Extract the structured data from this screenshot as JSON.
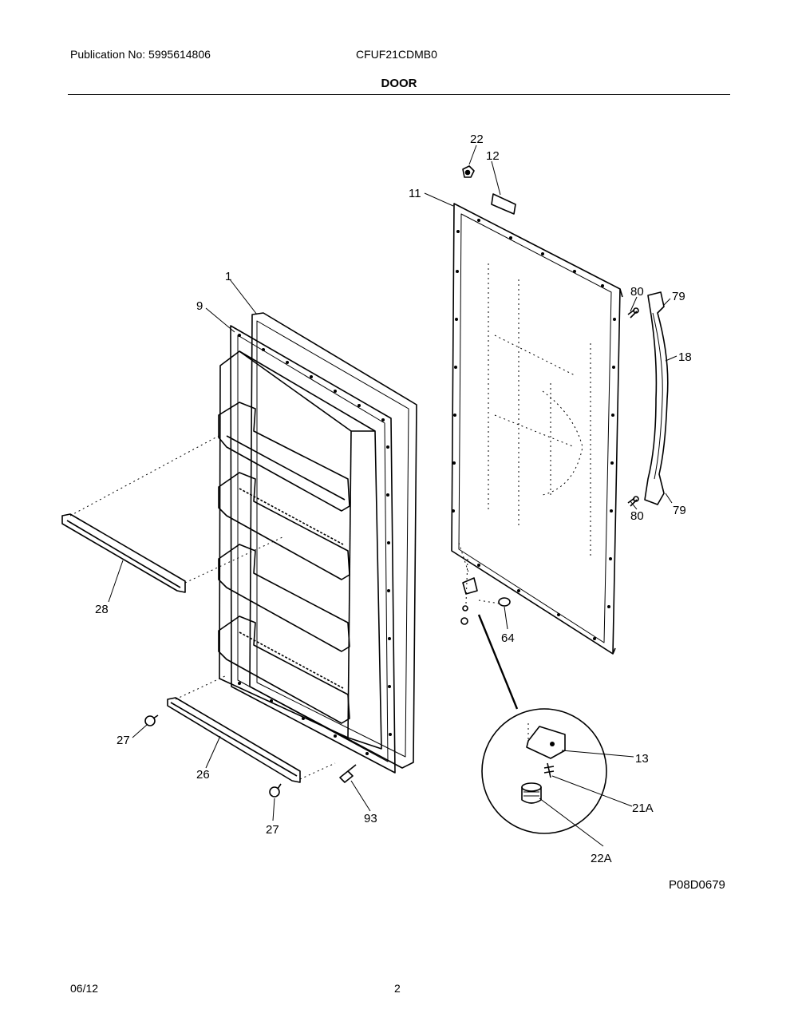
{
  "header": {
    "publication": "Publication No: 5995614806",
    "model": "CFUF21CDMB0",
    "section_title": "DOOR"
  },
  "callouts": {
    "c1": "1",
    "c9": "9",
    "c11": "11",
    "c12": "12",
    "c22": "22",
    "c80a": "80",
    "c79a": "79",
    "c18": "18",
    "c80b": "80",
    "c79b": "79",
    "c28": "28",
    "c64": "64",
    "c27a": "27",
    "c26": "26",
    "c27b": "27",
    "c93": "93",
    "c13": "13",
    "c21A": "21A",
    "c22A": "22A"
  },
  "footer": {
    "drawing_code": "P08D0679",
    "date": "06/12",
    "page_number": "2"
  }
}
